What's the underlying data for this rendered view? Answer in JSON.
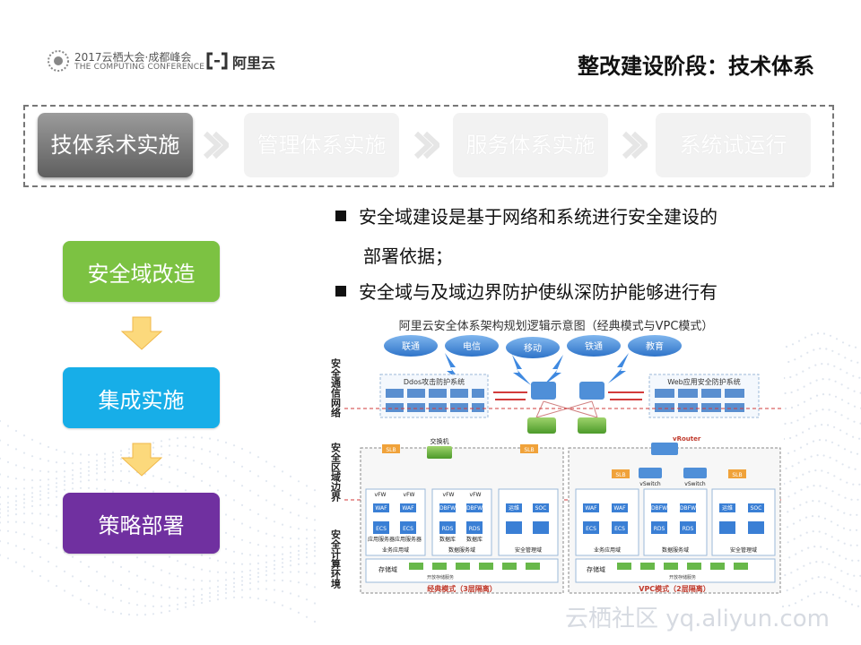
{
  "header": {
    "conference_line1": "2017云栖大会·成都峰会",
    "conference_line2": "THE COMPUTING CONFERENCE",
    "brand": "阿里云",
    "title": "整改建设阶段：技术体系"
  },
  "phases": [
    {
      "label": "技体系术实施",
      "state": "active"
    },
    {
      "label": "管理体系实施",
      "state": "inactive"
    },
    {
      "label": "服务体系实施",
      "state": "inactive"
    },
    {
      "label": "系统试运行",
      "state": "inactive"
    }
  ],
  "flow": [
    {
      "label": "安全域改造",
      "color": "#7cc242"
    },
    {
      "label": "集成实施",
      "color": "#17aee8"
    },
    {
      "label": "策略部署",
      "color": "#7030a0"
    }
  ],
  "flow_arrow_color": "#fcd97c",
  "bullets": [
    {
      "line1": "安全域建设是基于网络和系统进行安全建设的",
      "line2": "部署依据；"
    },
    {
      "line1": "安全域与及域边界防护使纵深防护能够进行有",
      "line2": ""
    }
  ],
  "diagram": {
    "title": "阿里云安全体系架构规划逻辑示意图（经典模式与VPC模式）",
    "left_labels": [
      "安全通信网络",
      "安全区域边界",
      "安全计算环境"
    ],
    "isps": [
      "联通",
      "电信",
      "移动",
      "铁通",
      "教育"
    ],
    "ddos_title": "Ddos攻击防护系统",
    "waf_title": "Web应用安全防护系统",
    "switch_label": "交换机",
    "vrouter_label": "vRouter",
    "vswitch_label": "vSwitch",
    "slb_label": "SLB",
    "classic_zones": [
      "业务应用域",
      "数据服务域",
      "安全管理域"
    ],
    "vpc_zones": [
      "业务应用域",
      "数据服务域",
      "安全管理域"
    ],
    "storage_label": "存储域",
    "storage_sub": "开放存储服务",
    "classic_caption": "经典模式（3层隔离）",
    "vpc_caption": "VPC模式（2层隔离）",
    "node_vfw": "vFW",
    "node_waf": "WAF",
    "node_dbfw": "DBFW",
    "node_ecs": "ECS",
    "node_rds": "RDS",
    "node_yw": "运维",
    "node_soc": "SOC",
    "node_app": "应用服务器",
    "node_db": "数据库"
  },
  "watermark": "云栖社区 yq.aliyun.com"
}
